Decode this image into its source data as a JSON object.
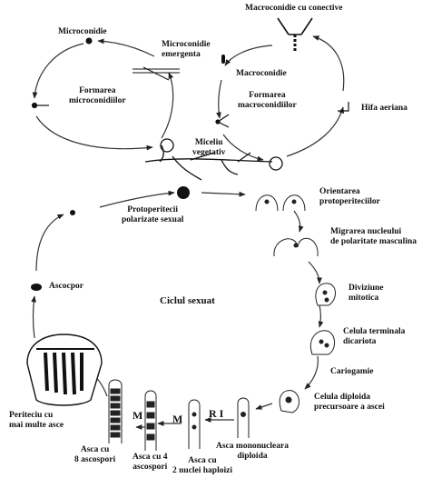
{
  "labels": {
    "microconidie": "Microconidie",
    "microconidie_emergenta": "Microconidie\nemergenta",
    "formarea_microconidiilor": "Formarea\nmicroconidiilor",
    "macroconidie_cu_conective": "Macroconidie cu conective",
    "macroconidie": "Macroconidie",
    "formarea_macroconidiilor": "Formarea\nmacroconidiilor",
    "hifa_aeriana": "Hifa aeriana",
    "miceliu_vegetativ": "Miceliu\nvegetativ",
    "protoperitecii": "Protoperitecii\npolarizate sexual",
    "orientarea": "Orientarea\nprotoperiteciilor",
    "migrarea": "Migrarea nucleului\nde polaritate masculina",
    "diviziune": "Diviziune\nmitotica",
    "celula_terminala": "Celula terminala\ndicariota",
    "cariogamie": "Cariogamie",
    "celula_diploida": "Celula diploida\nprecursoare a ascei",
    "ascospor": "Ascocpor",
    "ciclul_sexuat": "Ciclul sexuat",
    "periteciu": "Periteciu cu\nmai multe asce",
    "asca_8": "Asca cu\n8 ascospori",
    "asca_4": "Asca cu 4\nascospori",
    "asca_2": "Asca cu\n2 nuclei haploizi",
    "asca_mononucleara": "Asca mononucleara\ndiploida",
    "mark_m1": "M",
    "mark_m2": "M",
    "mark_r1": "R I"
  }
}
